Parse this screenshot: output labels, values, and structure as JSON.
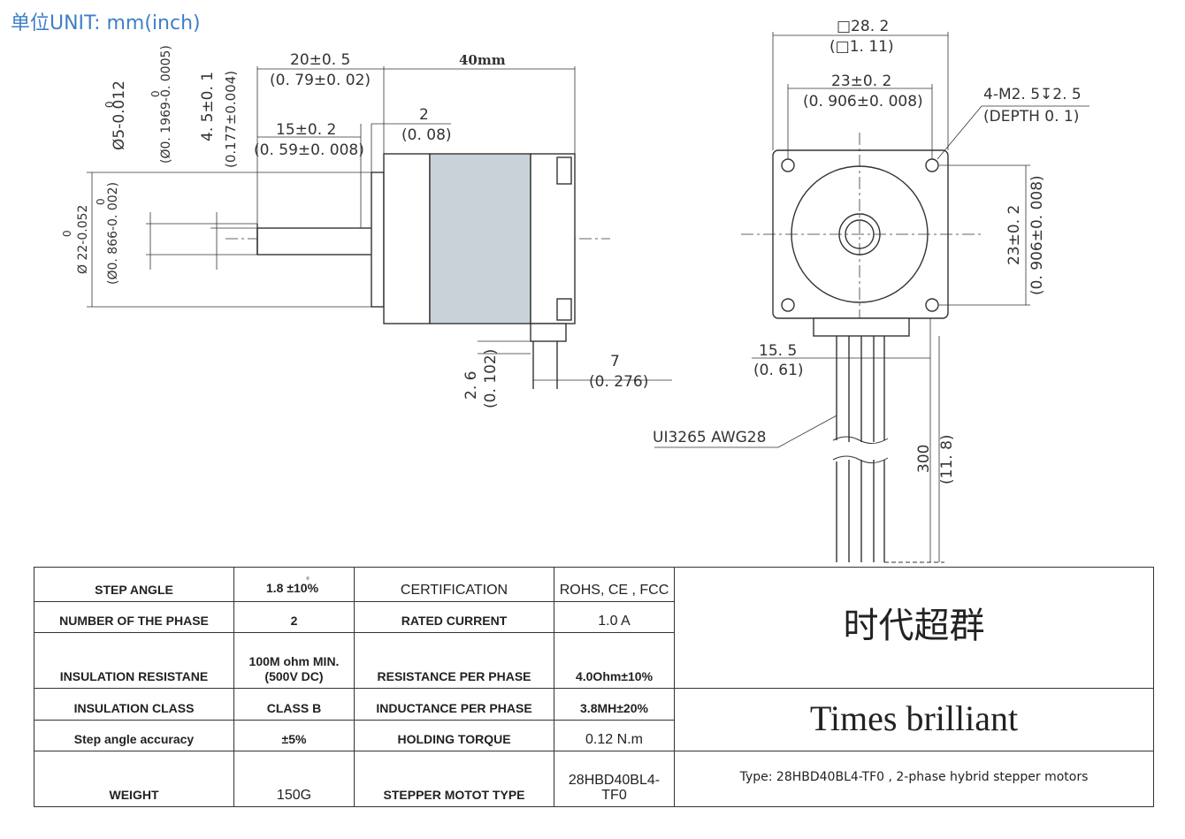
{
  "header": {
    "unit_label": "单位UNIT: mm(inch)"
  },
  "side_view": {
    "shaft_dia": "Ø5-0.012",
    "shaft_dia_tol_upper": "0",
    "shaft_dia_inch": "(Ø0. 1969-0. 0005)",
    "shaft_dia_inch_upper": "0",
    "flat_depth": "4. 5±0. 1",
    "flat_depth_inch": "(0.177±0.004)",
    "boss_dia": "Ø 22-0.052",
    "boss_dia_tol_upper": "0",
    "boss_dia_inch": "(Ø0. 866-0. 002)",
    "boss_dia_inch_upper": "0",
    "shaft_len": "20±0. 5",
    "shaft_len_inch": "(0. 79±0. 02)",
    "flat_len": "15±0. 2",
    "flat_len_inch": "(0. 59±0. 008)",
    "body_len": "40mm",
    "boss_height": "2",
    "boss_height_inch": "(0. 08)",
    "lead_offset": "2. 6",
    "lead_offset_inch": "(0. 102)",
    "lead_box": "7",
    "lead_box_inch": "(0. 276)"
  },
  "front_view": {
    "flange": "□28. 2",
    "flange_inch": "(□1. 11)",
    "hole_spacing_h": "23±0. 2",
    "hole_spacing_h_inch": "(0. 906±0. 008)",
    "thread": "4-M2. 5↧2. 5",
    "depth": "(DEPTH 0. 1)",
    "hole_spacing_v": "23±0. 2",
    "hole_spacing_v_inch": "(0. 906±0. 008)",
    "lead_pos": "15. 5",
    "lead_pos_inch": "(0. 61)",
    "wire_spec": "UI3265 AWG28",
    "lead_len": "300",
    "lead_len_inch": "(11. 8)"
  },
  "specs": {
    "rows": [
      {
        "l1": "STEP ANGLE",
        "v1": "1.8 ±10%",
        "v1_sup": "°",
        "l2": "CERTIFICATION",
        "v2": "ROHS, CE , FCC"
      },
      {
        "l1": "NUMBER OF THE PHASE",
        "v1": "2",
        "l2": "RATED CURRENT",
        "v2": "1.0 A"
      },
      {
        "l1": "INSULATION RESISTANE",
        "v1": "100M ohm MIN.",
        "v1b": "(500V DC)",
        "l2": "RESISTANCE PER PHASE",
        "v2": "4.0Ohm±10%"
      },
      {
        "l1": "INSULATION CLASS",
        "v1": "CLASS B",
        "l2": "INDUCTANCE PER PHASE",
        "v2": "3.8MH±20%"
      },
      {
        "l1": "Step angle accuracy",
        "v1": "±5%",
        "l2": "HOLDING TORQUE",
        "v2": "0.12 N.m"
      },
      {
        "l1": "WEIGHT",
        "v1": "150G",
        "l2": "STEPPER MOTOT TYPE",
        "v2": "28HBD40BL4-TF0"
      }
    ],
    "brand_cn": "时代超群",
    "brand_en": "Times brilliant",
    "type_line": "Type: 28HBD40BL4-TF0   ,   2-phase hybrid stepper motors"
  },
  "colors": {
    "title_blue": "#3f7fc7",
    "motor_fill": "#c9d2d9",
    "line": "#333333"
  }
}
